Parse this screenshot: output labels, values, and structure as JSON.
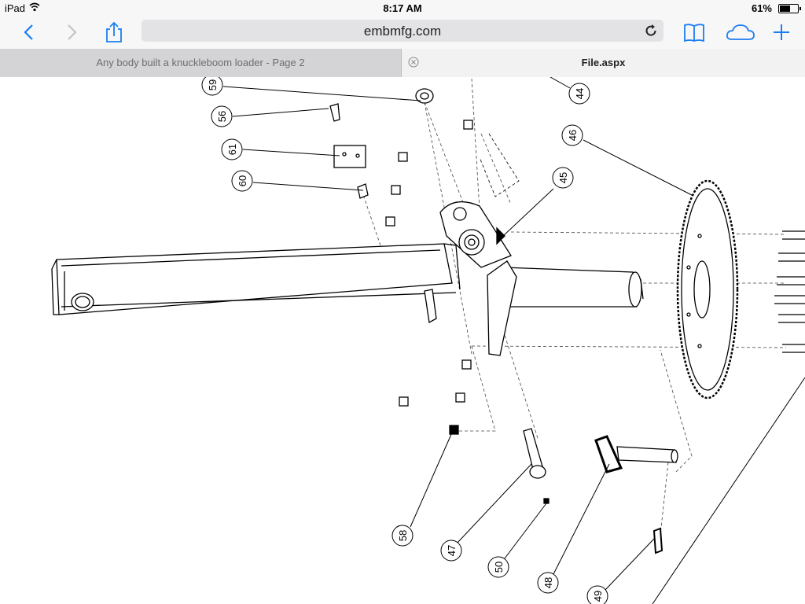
{
  "status_bar": {
    "device": "iPad",
    "time": "8:17 AM",
    "battery": "61%",
    "battery_level": 0.61
  },
  "toolbar": {
    "url": "embmfg.com"
  },
  "tabs": [
    {
      "label": "Any body built a knuckleboom loader - Page 2",
      "active": false
    },
    {
      "label": "File.aspx",
      "active": true
    }
  ],
  "diagram": {
    "callouts": [
      "59",
      "56",
      "61",
      "60",
      "44",
      "46",
      "45",
      "58",
      "47",
      "50",
      "48",
      "49"
    ]
  },
  "colors": {
    "accent": "#1a7ef2",
    "address_bar": "#e3e3e5",
    "chrome": "#f7f7f7"
  },
  "icons": [
    "wifi-icon",
    "battery-icon",
    "back-icon",
    "forward-icon",
    "share-icon",
    "reload-icon",
    "bookmarks-icon",
    "cloud-icon",
    "plus-icon",
    "close-icon"
  ]
}
